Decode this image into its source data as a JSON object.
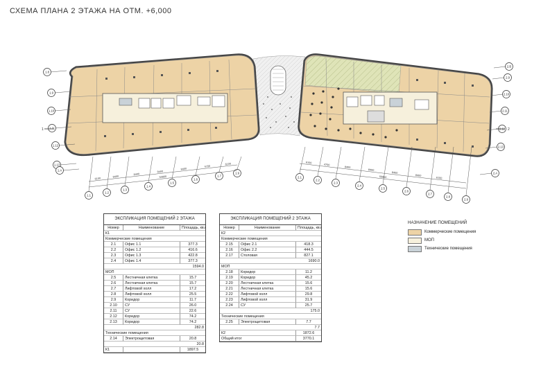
{
  "title": "СХЕМА ПЛАНА 2 ЭТАЖА НА ОТМ. +6,000",
  "colors": {
    "commercial": "#edd3a6",
    "mop": "#f6f0dc",
    "technical": "#c9d2d8",
    "wall": "#555555",
    "commercial_hatch": "#d9e2b4"
  },
  "plan": {
    "left_axes": [
      "1.8",
      "1.9",
      "1.10",
      "1.11",
      "1.12",
      "1.13",
      "1.A"
    ],
    "right_axes": [
      "2.B",
      "2.9",
      "2.10",
      "2.11",
      "2.12",
      "2.13",
      "2.A"
    ],
    "left_bottom_axes": [
      "1.1",
      "1.2",
      "1.3",
      "1.4",
      "1.5",
      "1.6",
      "1.7",
      "1.9"
    ],
    "right_bottom_axes": [
      "2.1",
      "2.2",
      "2.3",
      "2.4",
      "2.5",
      "2.6",
      "2.7",
      "2.8",
      "2.9"
    ],
    "left_dims": [
      "6100",
      "8400",
      "8400",
      "8400",
      "8400",
      "4700",
      "6100"
    ],
    "left_dims_total": "50800",
    "right_dims": [
      "6100",
      "4700",
      "8400",
      "8400",
      "8400",
      "8400",
      "6100"
    ],
    "right_dims_total": "50800",
    "left_section_mark": "1",
    "right_section_mark": "2"
  },
  "table1": {
    "caption": "ЭКСПЛИКАЦИЯ ПОМЕЩЕНИЙ 2 ЭТАЖА",
    "headers": [
      "Номер",
      "Наименование",
      "Площадь, кв.м"
    ],
    "building": "К1",
    "sections": [
      {
        "name": "Коммерческие помещения",
        "rows": [
          [
            "2.1",
            "Офис 1.1",
            "377.3"
          ],
          [
            "2.2",
            "Офис 1.2",
            "416.6"
          ],
          [
            "2.3",
            "Офис 1.3",
            "422.8"
          ],
          [
            "2.4",
            "Офис 1.4",
            "377.3"
          ]
        ],
        "total": "1594.0"
      },
      {
        "name": "МОП",
        "rows": [
          [
            "2.5",
            "Лестничная клетка",
            "15.7"
          ],
          [
            "2.6",
            "Лестничная клетка",
            "15.7"
          ],
          [
            "2.7",
            "Лифтовой холл",
            "17.2"
          ],
          [
            "2.8",
            "Лифтовой холл",
            "25.5"
          ],
          [
            "2.9",
            "Коридор",
            "11.7"
          ],
          [
            "2.10",
            "СУ",
            "26.0"
          ],
          [
            "2.11",
            "СУ",
            "22.6"
          ],
          [
            "2.12",
            "Коридор",
            "74.2"
          ],
          [
            "2.13",
            "Коридор",
            "74.2"
          ]
        ],
        "total": "282.8"
      },
      {
        "name": "Технические помещения",
        "rows": [
          [
            "2.14",
            "Электрощитовая",
            "20.8"
          ]
        ],
        "total": "20.8"
      }
    ],
    "final_label": "К1",
    "final_value": "1897.5"
  },
  "table2": {
    "caption": "ЭКСПЛИКАЦИЯ ПОМЕЩЕНИЙ 2 ЭТАЖА",
    "headers": [
      "Номер",
      "Наименование",
      "Площадь, кв.м"
    ],
    "building": "К2",
    "sections": [
      {
        "name": "Коммерческие помещения",
        "rows": [
          [
            "2.15",
            "Офис 2.1",
            "418.3"
          ],
          [
            "2.16",
            "Офис 2.2",
            "444.5"
          ],
          [
            "2.17",
            "Столовая",
            "827.1"
          ]
        ],
        "total": "1690.0"
      },
      {
        "name": "МОП",
        "rows": [
          [
            "2.18",
            "Коридор",
            "11.2"
          ],
          [
            "2.19",
            "Коридор",
            "45.2"
          ],
          [
            "2.20",
            "Лестничная клетка",
            "15.6"
          ],
          [
            "2.21",
            "Лестничная клетка",
            "15.6"
          ],
          [
            "2.22",
            "Лифтовой холл",
            "29.8"
          ],
          [
            "2.23",
            "Лифтовой холл",
            "31.9"
          ],
          [
            "2.24",
            "СУ",
            "25.7"
          ]
        ],
        "total": "175.0"
      },
      {
        "name": "Технические помещения",
        "rows": [
          [
            "2.25",
            "Электрощитовая",
            "7.7"
          ]
        ],
        "total": "7.7"
      }
    ],
    "final_rows": [
      [
        "К2",
        "1872.6"
      ],
      [
        "Общий итог",
        "3770.1"
      ]
    ]
  },
  "legend": {
    "title": "НАЗНАЧЕНИЕ ПОМЕЩЕНИЙ",
    "items": [
      {
        "label": "Коммерческие помещения",
        "color": "#edd3a6"
      },
      {
        "label": "МОП",
        "color": "#f6f0dc"
      },
      {
        "label": "Технические помещения",
        "color": "#c9d2d8"
      }
    ]
  }
}
